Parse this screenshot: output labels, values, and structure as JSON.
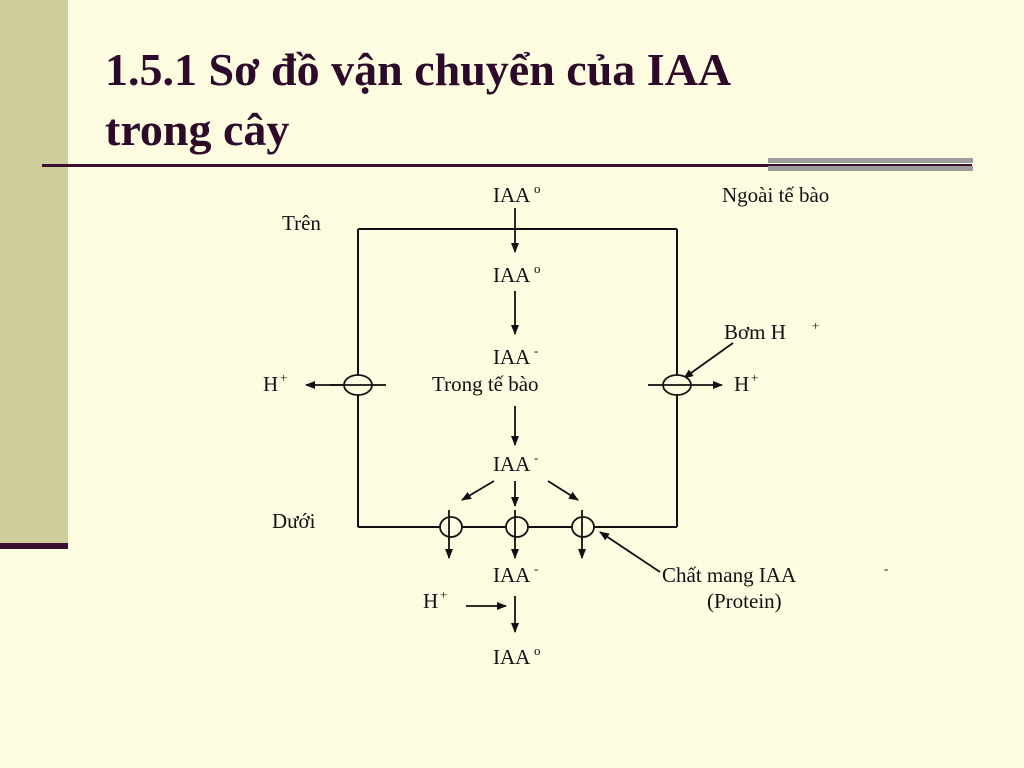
{
  "slide": {
    "title_line1": "1.5.1 Sơ đồ vận chuyển của IAA",
    "title_line2": "trong cây",
    "accent_color": "#2e0a2a",
    "sidebar_color": "#cfcd9c"
  },
  "diagram": {
    "outside_label": "Ngoài tế bào",
    "inside_label": "Trong tế bào",
    "top_label": "Trên",
    "bottom_label": "Dưới",
    "pump_label": "Bơm H",
    "carrier_label": "Chất mang IAA",
    "carrier_sub": "(Protein)",
    "iaa": "IAA",
    "h": "H",
    "sup_neutral": "o",
    "sup_minus": "-",
    "sup_plus": "+"
  }
}
